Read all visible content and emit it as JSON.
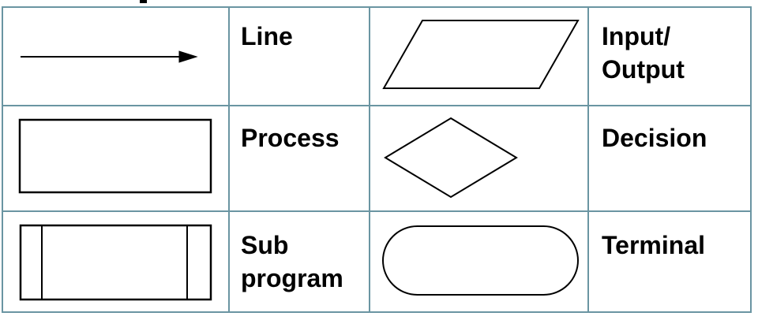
{
  "colors": {
    "background": "#ffffff",
    "table_border": "#6a95a2",
    "shape_stroke": "#000000",
    "label_text": "#000000"
  },
  "legend": {
    "entries": [
      {
        "symbol": "flow-line-arrow",
        "label_lines": [
          "Line"
        ]
      },
      {
        "symbol": "input-output-parallelogram",
        "label_lines": [
          "Input/",
          "Output"
        ]
      },
      {
        "symbol": "process-rectangle",
        "label_lines": [
          "Process"
        ]
      },
      {
        "symbol": "decision-diamond",
        "label_lines": [
          "Decision"
        ]
      },
      {
        "symbol": "subprogram-rectangle",
        "label_lines": [
          "Sub",
          "program"
        ]
      },
      {
        "symbol": "terminal-stadium",
        "label_lines": [
          "Terminal"
        ]
      }
    ]
  }
}
